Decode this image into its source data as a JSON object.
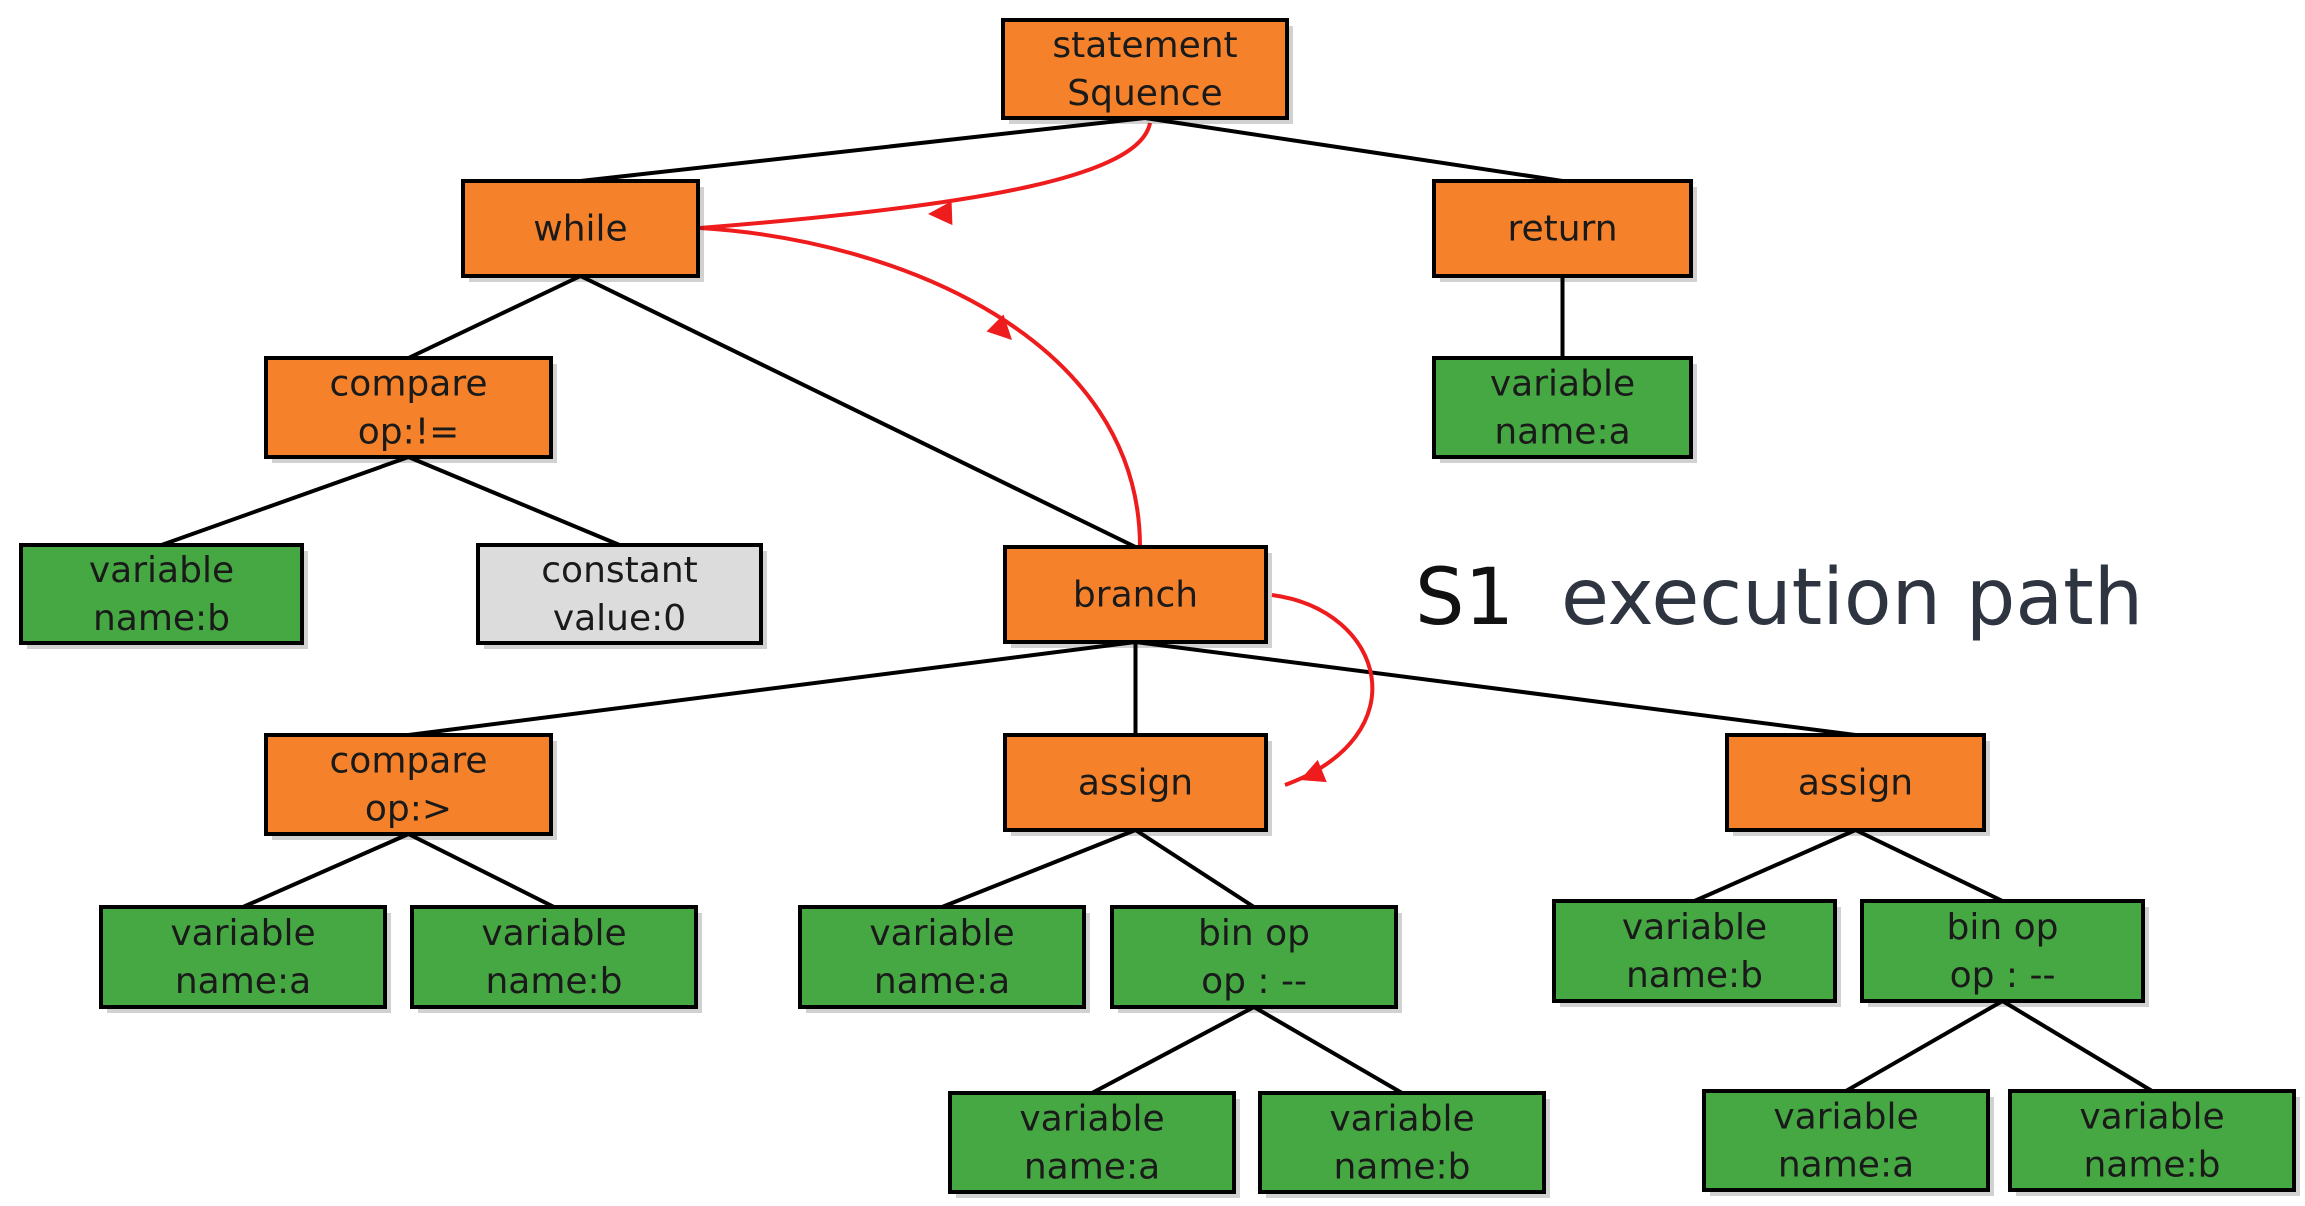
{
  "colors": {
    "orange_node": "#f5822a",
    "green_node": "#46a843",
    "gray_node": "#dcdcdc",
    "edge": "#000000",
    "execution_path": "#ee1c1c"
  },
  "caption": {
    "prefix": "S1",
    "text": "execution path"
  },
  "nodes": [
    {
      "id": "stmt-seq",
      "color": "orange",
      "lines": [
        "statement",
        "Squence"
      ]
    },
    {
      "id": "while",
      "color": "orange",
      "lines": [
        "while"
      ]
    },
    {
      "id": "return",
      "color": "orange",
      "lines": [
        "return"
      ]
    },
    {
      "id": "var-ret-a",
      "color": "green",
      "lines": [
        "variable",
        "name:a"
      ]
    },
    {
      "id": "compare-neq",
      "color": "orange",
      "lines": [
        "compare",
        "op:!="
      ]
    },
    {
      "id": "var-b-1",
      "color": "green",
      "lines": [
        "variable",
        "name:b"
      ]
    },
    {
      "id": "const-0",
      "color": "gray",
      "lines": [
        "constant",
        "value:0"
      ]
    },
    {
      "id": "branch",
      "color": "orange",
      "lines": [
        "branch"
      ]
    },
    {
      "id": "compare-gt",
      "color": "orange",
      "lines": [
        "compare",
        "op:>"
      ]
    },
    {
      "id": "assign-1",
      "color": "orange",
      "lines": [
        "assign"
      ]
    },
    {
      "id": "assign-2",
      "color": "orange",
      "lines": [
        "assign"
      ]
    },
    {
      "id": "var-a-1",
      "color": "green",
      "lines": [
        "variable",
        "name:a"
      ]
    },
    {
      "id": "var-b-2",
      "color": "green",
      "lines": [
        "variable",
        "name:b"
      ]
    },
    {
      "id": "var-a-2",
      "color": "green",
      "lines": [
        "variable",
        "name:a"
      ]
    },
    {
      "id": "binop-1",
      "color": "green",
      "lines": [
        "bin op",
        "op : --"
      ]
    },
    {
      "id": "var-b-3",
      "color": "green",
      "lines": [
        "variable",
        "name:b"
      ]
    },
    {
      "id": "binop-2",
      "color": "green",
      "lines": [
        "bin op",
        "op : --"
      ]
    },
    {
      "id": "var-a-3",
      "color": "green",
      "lines": [
        "variable",
        "name:a"
      ]
    },
    {
      "id": "var-b-4",
      "color": "green",
      "lines": [
        "variable",
        "name:b"
      ]
    },
    {
      "id": "var-a-4",
      "color": "green",
      "lines": [
        "variable",
        "name:a"
      ]
    },
    {
      "id": "var-b-5",
      "color": "green",
      "lines": [
        "variable",
        "name:b"
      ]
    }
  ],
  "edges": [
    [
      "stmt-seq",
      "while"
    ],
    [
      "stmt-seq",
      "return"
    ],
    [
      "return",
      "var-ret-a"
    ],
    [
      "while",
      "compare-neq"
    ],
    [
      "while",
      "branch"
    ],
    [
      "compare-neq",
      "var-b-1"
    ],
    [
      "compare-neq",
      "const-0"
    ],
    [
      "branch",
      "compare-gt"
    ],
    [
      "branch",
      "assign-1"
    ],
    [
      "branch",
      "assign-2"
    ],
    [
      "compare-gt",
      "var-a-1"
    ],
    [
      "compare-gt",
      "var-b-2"
    ],
    [
      "assign-1",
      "var-a-2"
    ],
    [
      "assign-1",
      "binop-1"
    ],
    [
      "assign-2",
      "var-b-3"
    ],
    [
      "assign-2",
      "binop-2"
    ],
    [
      "binop-1",
      "var-a-3"
    ],
    [
      "binop-1",
      "var-b-4"
    ],
    [
      "binop-2",
      "var-a-4"
    ],
    [
      "binop-2",
      "var-b-5"
    ]
  ],
  "execution_path": [
    [
      "stmt-seq",
      "while"
    ],
    [
      "while",
      "branch"
    ],
    [
      "branch",
      "assign-1"
    ]
  ]
}
